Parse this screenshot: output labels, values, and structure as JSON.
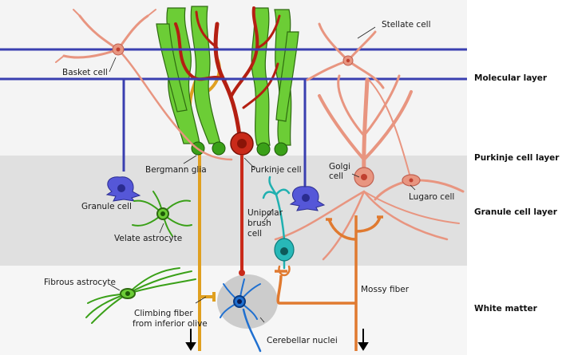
{
  "colors": {
    "molecular_band": "#f4f4f4",
    "purkinje_band": "#f4f4f4",
    "granule_band": "#e2e2e2",
    "white_band": "#f7f7f7",
    "parallel_fiber": "#3a3fb0",
    "bergmann_glia": "#66cc33",
    "purkinje": "#c92a1a",
    "basket_stellate_golgi": "#e89580",
    "climbing_fiber": "#e0a020",
    "mossy_fiber": "#e07a30",
    "granule_cell": "#5557d8",
    "unipolar_brush": "#20b0b0",
    "nuclei_neuron": "#2070d0",
    "nuclei_region": "#cfcfcf"
  },
  "layers": {
    "molecular": "Molecular layer",
    "purkinje": "Purkinje cell layer",
    "granule": "Granule cell layer",
    "white": "White matter"
  },
  "labels": {
    "stellate_cell": "Stellate cell",
    "basket_cell": "Basket cell",
    "bergmann_glia": "Bergmann glia",
    "purkinje_cell": "Purkinje cell",
    "golgi_cell_line1": "Golgi",
    "golgi_cell_line2": "cell",
    "lugaro_cell": "Lugaro cell",
    "granule_cell": "Granule cell",
    "velate_astrocyte": "Velate astrocyte",
    "unipolar_line1": "Unipolar",
    "unipolar_line2": "brush",
    "unipolar_line3": "cell",
    "fibrous_astrocyte": "Fibrous astrocyte",
    "climbing_line1": "Climbing fiber",
    "climbing_line2": "from inferior olive",
    "mossy_fiber": "Mossy fiber",
    "cerebellar_nuclei": "Cerebellar nuclei"
  }
}
